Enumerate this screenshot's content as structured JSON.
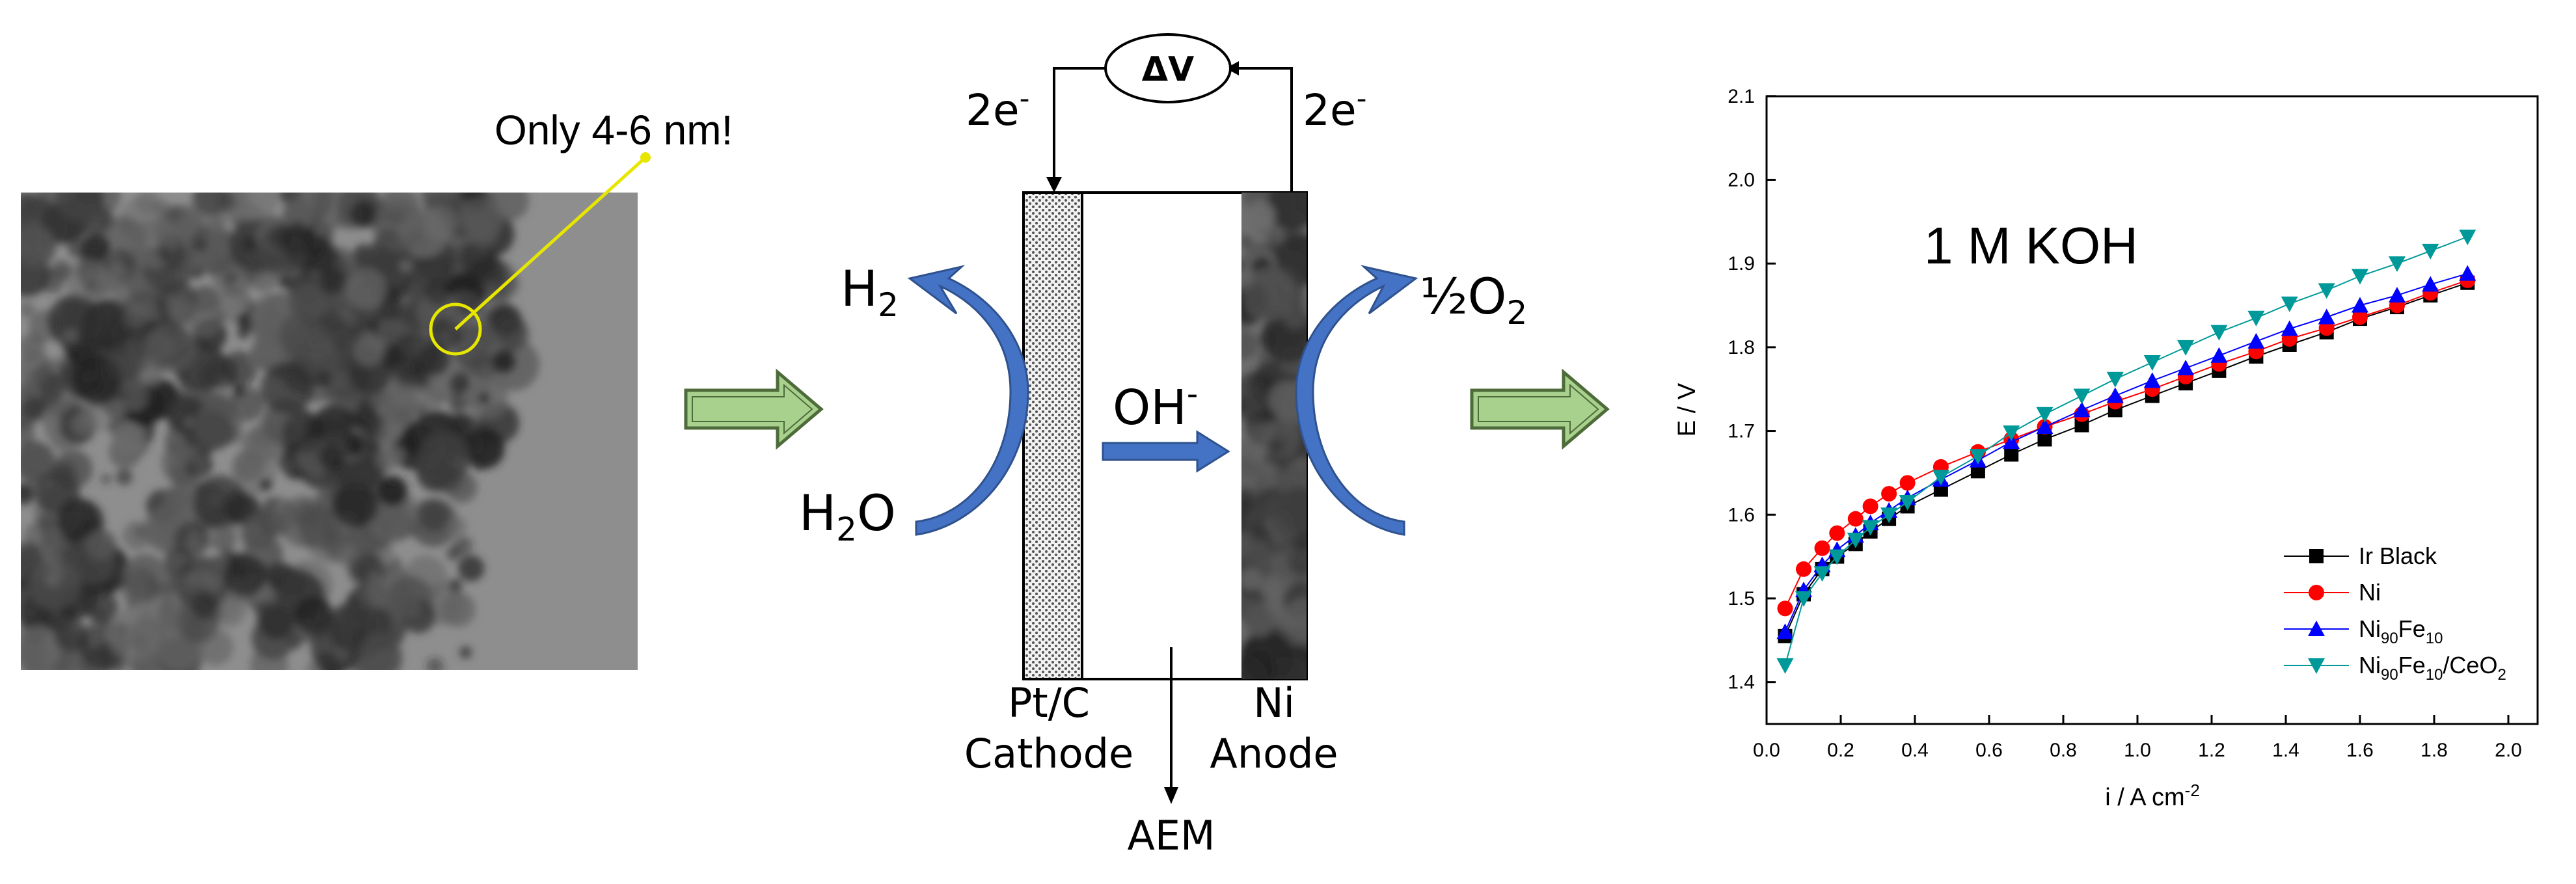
{
  "tem": {
    "annotation": "Only 4-6 nm!"
  },
  "cell": {
    "voltmeter": "ΔV",
    "electrons_left": "2e",
    "electrons_right": "2e",
    "electron_charge": "-",
    "h2": {
      "base": "H",
      "sub": "2"
    },
    "h2o": {
      "base": "H",
      "sub": "2",
      "tail": "O"
    },
    "o2": {
      "base": "½O",
      "sub": "2"
    },
    "hydroxide": {
      "base": "OH",
      "sup": "-"
    },
    "cathode_line1": "Pt/C",
    "cathode_line2": "Cathode",
    "anode_line1": "Ni",
    "anode_line2": "Anode",
    "membrane": "AEM"
  },
  "colors": {
    "arrow_fill": "#a9d18e",
    "arrow_stroke": "#4e6b3a",
    "curved_arrow": "#4472c4",
    "annotation_line": "#e6e600",
    "series": [
      "#000000",
      "#ff0000",
      "#0000ff",
      "#009999"
    ]
  },
  "chart_data": {
    "type": "line",
    "title": "1 M KOH",
    "xlabel": "i / A cm",
    "xlabel_sup": "-2",
    "ylabel": "E / V",
    "xlim": [
      0.0,
      2.0
    ],
    "ylim": [
      1.35,
      2.1
    ],
    "x_ticks": [
      "0.0",
      "0.2",
      "0.4",
      "0.6",
      "0.8",
      "1.0",
      "1.2",
      "1.4",
      "1.6",
      "1.8",
      "2.0"
    ],
    "y_ticks": [
      "1.4",
      "1.5",
      "1.6",
      "1.7",
      "1.8",
      "1.9",
      "2.0",
      "2.1"
    ],
    "x": [
      0.05,
      0.1,
      0.15,
      0.19,
      0.24,
      0.28,
      0.33,
      0.38,
      0.47,
      0.57,
      0.66,
      0.75,
      0.85,
      0.94,
      1.04,
      1.13,
      1.22,
      1.32,
      1.41,
      1.51,
      1.6,
      1.7,
      1.79,
      1.89
    ],
    "series": [
      {
        "name": "Ir Black",
        "marker": "square",
        "color": "#000000",
        "values": [
          1.455,
          1.505,
          1.535,
          1.55,
          1.565,
          1.58,
          1.595,
          1.61,
          1.63,
          1.652,
          1.672,
          1.69,
          1.707,
          1.725,
          1.742,
          1.757,
          1.772,
          1.789,
          1.803,
          1.818,
          1.834,
          1.848,
          1.862,
          1.877
        ]
      },
      {
        "name": "Ni",
        "marker": "circle",
        "color": "#ff0000",
        "values": [
          1.488,
          1.535,
          1.56,
          1.578,
          1.595,
          1.61,
          1.625,
          1.638,
          1.657,
          1.675,
          1.69,
          1.705,
          1.72,
          1.735,
          1.75,
          1.765,
          1.78,
          1.795,
          1.81,
          1.823,
          1.836,
          1.85,
          1.865,
          1.88
        ]
      },
      {
        "name": "Ni90Fe10",
        "label_parts": [
          "Ni",
          "90",
          "Fe",
          "10",
          ""
        ],
        "marker": "triangle",
        "color": "#0000ff",
        "values": [
          1.46,
          1.51,
          1.54,
          1.558,
          1.575,
          1.59,
          1.605,
          1.62,
          1.642,
          1.665,
          1.687,
          1.705,
          1.725,
          1.742,
          1.76,
          1.775,
          1.79,
          1.807,
          1.822,
          1.836,
          1.85,
          1.862,
          1.875,
          1.888
        ]
      },
      {
        "name": "Ni90Fe10/CeO2",
        "label_parts": [
          "Ni",
          "90",
          "Fe",
          "10",
          "/CeO",
          "2"
        ],
        "marker": "triangle-down",
        "color": "#009999",
        "values": [
          1.42,
          1.5,
          1.53,
          1.55,
          1.57,
          1.585,
          1.6,
          1.615,
          1.645,
          1.67,
          1.698,
          1.72,
          1.742,
          1.762,
          1.782,
          1.8,
          1.818,
          1.835,
          1.852,
          1.868,
          1.885,
          1.9,
          1.915,
          1.932
        ]
      }
    ],
    "legend_position": "bottom-right",
    "grid": false
  }
}
